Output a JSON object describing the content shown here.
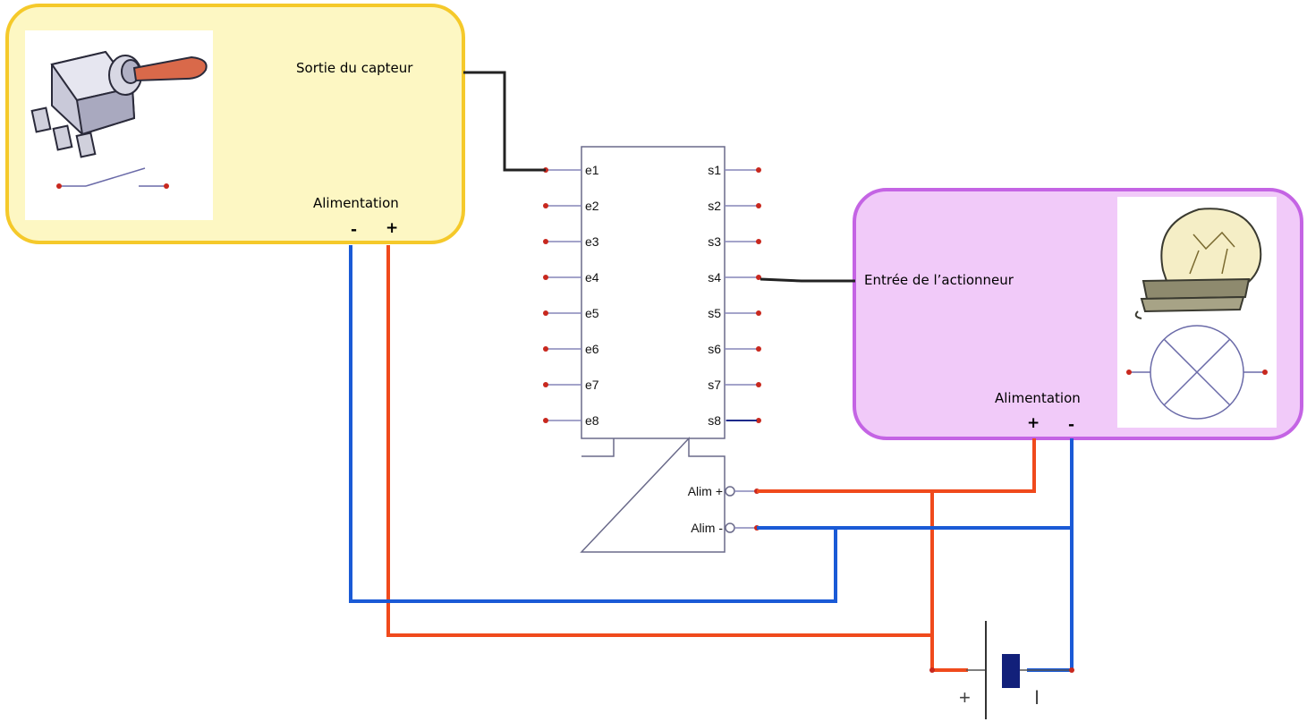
{
  "sensor": {
    "output_label": "Sortie du capteur",
    "power_label": "Alimentation",
    "minus": "-",
    "plus": "+"
  },
  "actuator": {
    "input_label": "Entrée de l’actionneur",
    "power_label": "Alimentation",
    "plus": "+",
    "minus": "-"
  },
  "module": {
    "inputs": [
      "e1",
      "e2",
      "e3",
      "e4",
      "e5",
      "e6",
      "e7",
      "e8"
    ],
    "outputs": [
      "s1",
      "s2",
      "s3",
      "s4",
      "s5",
      "s6",
      "s7",
      "s8"
    ],
    "alim_plus": "Alim +",
    "alim_minus": "Alim -"
  },
  "battery": {
    "plus": "+",
    "minus": "I"
  },
  "colors": {
    "sensor_fill": "#fdf7c3",
    "sensor_border": "#f5c92a",
    "actuator_fill": "#f1caf9",
    "actuator_border": "#c464e4",
    "wire_signal": "#222222",
    "wire_plus": "#f04a1c",
    "wire_minus": "#1a5ad6",
    "pin_line": "#8686b8",
    "pin_dot": "#c8281e"
  }
}
